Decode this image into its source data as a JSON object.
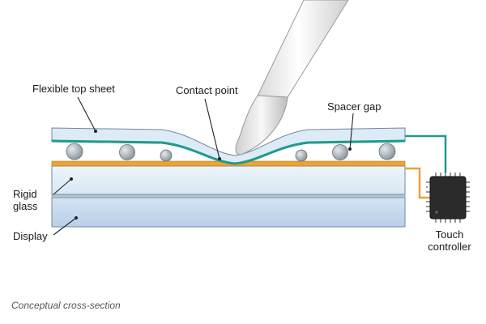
{
  "labels": {
    "flexible_top_sheet": "Flexible top sheet",
    "contact_point": "Contact point",
    "spacer_gap": "Spacer gap",
    "rigid_glass_line1": "Rigid",
    "rigid_glass_line2": "glass",
    "display": "Display",
    "touch_controller_line1": "Touch",
    "touch_controller_line2": "controller"
  },
  "caption": "Conceptual cross-section",
  "colors": {
    "top_sheet": "#dcebf5",
    "conductive_trace": "#1f9a8f",
    "bottom_conductor": "#e8a33a",
    "rigid_glass": "#e2eef8",
    "display": "#c6d9ee",
    "layer_outline": "#6f8aa3",
    "spacer_dot": "#9aa2aa",
    "stylus": "#f2f2f2",
    "chip": "#2b2b2b"
  }
}
